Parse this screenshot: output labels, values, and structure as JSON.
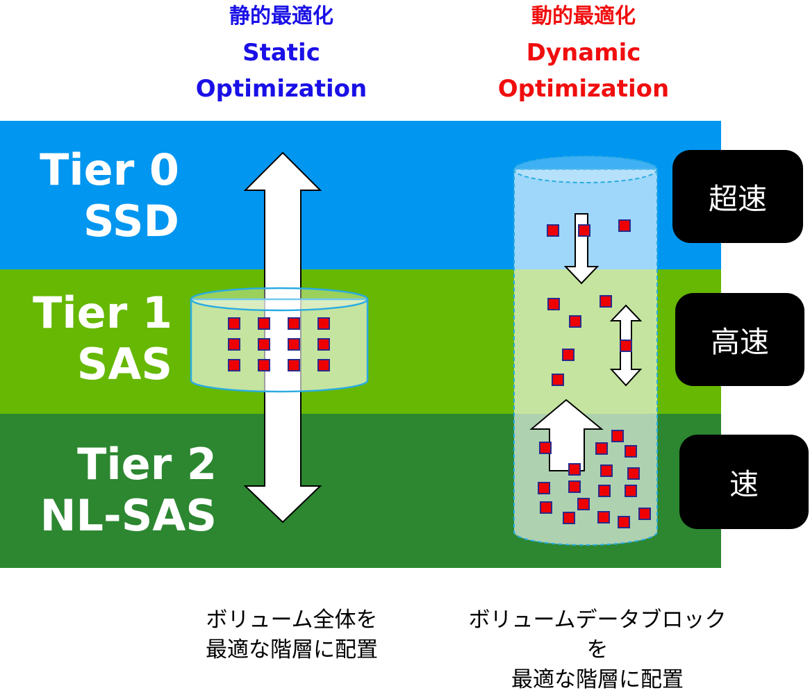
{
  "headings": {
    "static": {
      "jp": "静的最適化",
      "en1": "Static",
      "en2": "Optimization",
      "color": "#1a10e6"
    },
    "dynamic": {
      "jp": "動的最適化",
      "en1": "Dynamic",
      "en2": "Optimization",
      "color": "#f00e0e"
    }
  },
  "tiers": [
    {
      "line1": "Tier 0",
      "line2": "SSD",
      "color": "#0196f0"
    },
    {
      "line1": "Tier 1",
      "line2": "SAS",
      "color": "#66b803"
    },
    {
      "line1": "Tier 2",
      "line2": "NL-SAS",
      "color": "#2c8730"
    }
  ],
  "speeds": [
    {
      "label": "超速"
    },
    {
      "label": "高速"
    },
    {
      "label": "速"
    }
  ],
  "captions": {
    "static": {
      "line1": "ボリューム全体を",
      "line2": "最適な階層に配置"
    },
    "dynamic": {
      "line1": "ボリュームデータブロックを",
      "line2": "最適な階層に配置"
    }
  },
  "colors": {
    "block_fill": "#ee0000",
    "block_stroke": "#2a2a8a",
    "cylinder_stroke": "#29abe2"
  },
  "icons": {
    "static_arrow": "double-headed-vertical-arrow",
    "dynamic_down_arrow": "down-arrow",
    "dynamic_updown_arrow": "double-headed-vertical-arrow",
    "dynamic_up_arrow": "up-arrow"
  }
}
